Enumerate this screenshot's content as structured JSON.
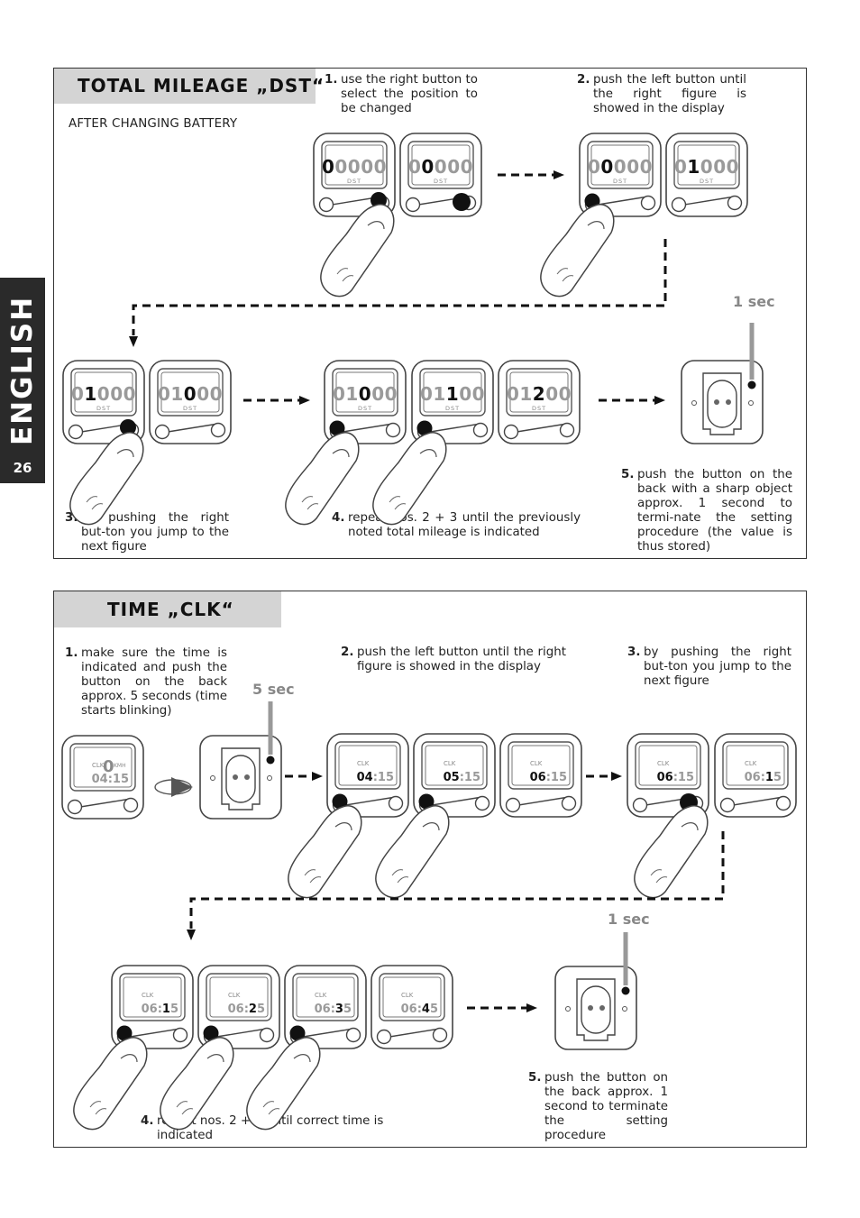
{
  "sidebar": {
    "language": "ENGLISH",
    "page_number": "26"
  },
  "dst": {
    "title": "TOTAL MILEAGE „DST“",
    "subtitle": "AFTER CHANGING BATTERY",
    "time_label": "1 sec",
    "steps": [
      {
        "num": "1.",
        "text": "use the right button to select the position to be changed"
      },
      {
        "num": "2.",
        "text": "push the left button until the right figure is showed in the display"
      },
      {
        "num": "3.",
        "text": "by pushing the right but-ton you jump to the next figure"
      },
      {
        "num": "4.",
        "text": "repeat nos. 2 + 3 until the previously noted total mileage is indicated"
      },
      {
        "num": "5.",
        "text": "push the button on the back with a sharp object approx. 1 second to termi-nate the setting procedure (the value is thus stored)"
      }
    ],
    "display_tag": "DST",
    "displays": [
      "00000",
      "00000",
      "00000",
      "01000",
      "01000",
      "01000",
      "01000",
      "01100",
      "01200"
    ]
  },
  "clk": {
    "title": "TIME „CLK“",
    "time_label_5": "5 sec",
    "time_label_1": "1 sec",
    "steps": [
      {
        "num": "1.",
        "text": "make sure the time is indicated and push the button on the back approx. 5 seconds (time starts blinking)"
      },
      {
        "num": "2.",
        "text": "push the left button until the right figure is showed in the display"
      },
      {
        "num": "3.",
        "text": "by pushing the right but-ton you jump to the next figure"
      },
      {
        "num": "4.",
        "text": "repeat nos. 2 + 3 until correct time is indicated"
      },
      {
        "num": "5.",
        "text": "push the button on the back approx. 1 second to terminate the setting procedure"
      }
    ],
    "display_tag": "CLK",
    "speed_unit": "KMH",
    "speed_value": "0",
    "displays": [
      "04:15",
      "04:15",
      "05:15",
      "06:15",
      "06:15",
      "06:15",
      "06:15",
      "06:25",
      "06:35",
      "06:45"
    ]
  }
}
